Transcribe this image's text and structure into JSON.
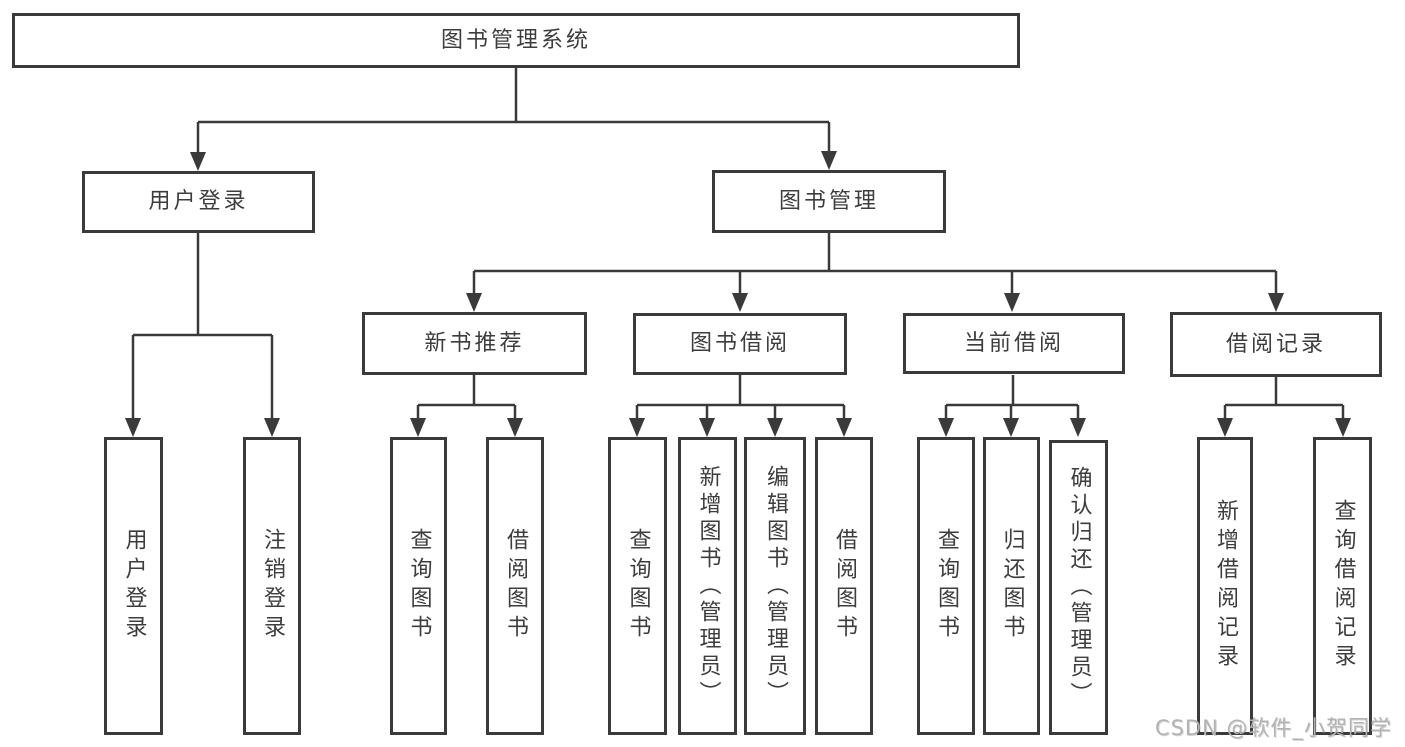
{
  "diagram": {
    "root": {
      "label": "图书管理系统"
    },
    "level2": [
      {
        "id": "user-login",
        "label": "用户登录"
      },
      {
        "id": "book-management",
        "label": "图书管理"
      }
    ],
    "level3": [
      {
        "id": "new-book-recommend",
        "label": "新书推荐",
        "parent": "图书管理"
      },
      {
        "id": "book-borrow",
        "label": "图书借阅",
        "parent": "图书管理"
      },
      {
        "id": "current-borrow",
        "label": "当前借阅",
        "parent": "图书管理"
      },
      {
        "id": "borrow-records",
        "label": "借阅记录",
        "parent": "图书管理"
      }
    ],
    "leaves": [
      {
        "label": "用户登录",
        "parent": "用户登录"
      },
      {
        "label": "注销登录",
        "parent": "用户登录"
      },
      {
        "label": "查询图书",
        "parent": "新书推荐"
      },
      {
        "label": "借阅图书",
        "parent": "新书推荐"
      },
      {
        "label": "查询图书",
        "parent": "图书借阅"
      },
      {
        "label": "新增图书（管理员）",
        "parent": "图书借阅"
      },
      {
        "label": "编辑图书（管理员）",
        "parent": "图书借阅"
      },
      {
        "label": "借阅图书",
        "parent": "图书借阅"
      },
      {
        "label": "查询图书",
        "parent": "当前借阅"
      },
      {
        "label": "归还图书",
        "parent": "当前借阅"
      },
      {
        "label": "确认归还（管理员）",
        "parent": "当前借阅"
      },
      {
        "label": "新增借阅记录",
        "parent": "借阅记录"
      },
      {
        "label": "查询借阅记录",
        "parent": "借阅记录"
      }
    ]
  },
  "watermark": {
    "text": "CSDN @软件_小贺同学"
  },
  "colors": {
    "line": "#3a3a3a",
    "text": "#3d3d3d",
    "watermark": "#b3b3b3",
    "background": "#ffffff"
  }
}
